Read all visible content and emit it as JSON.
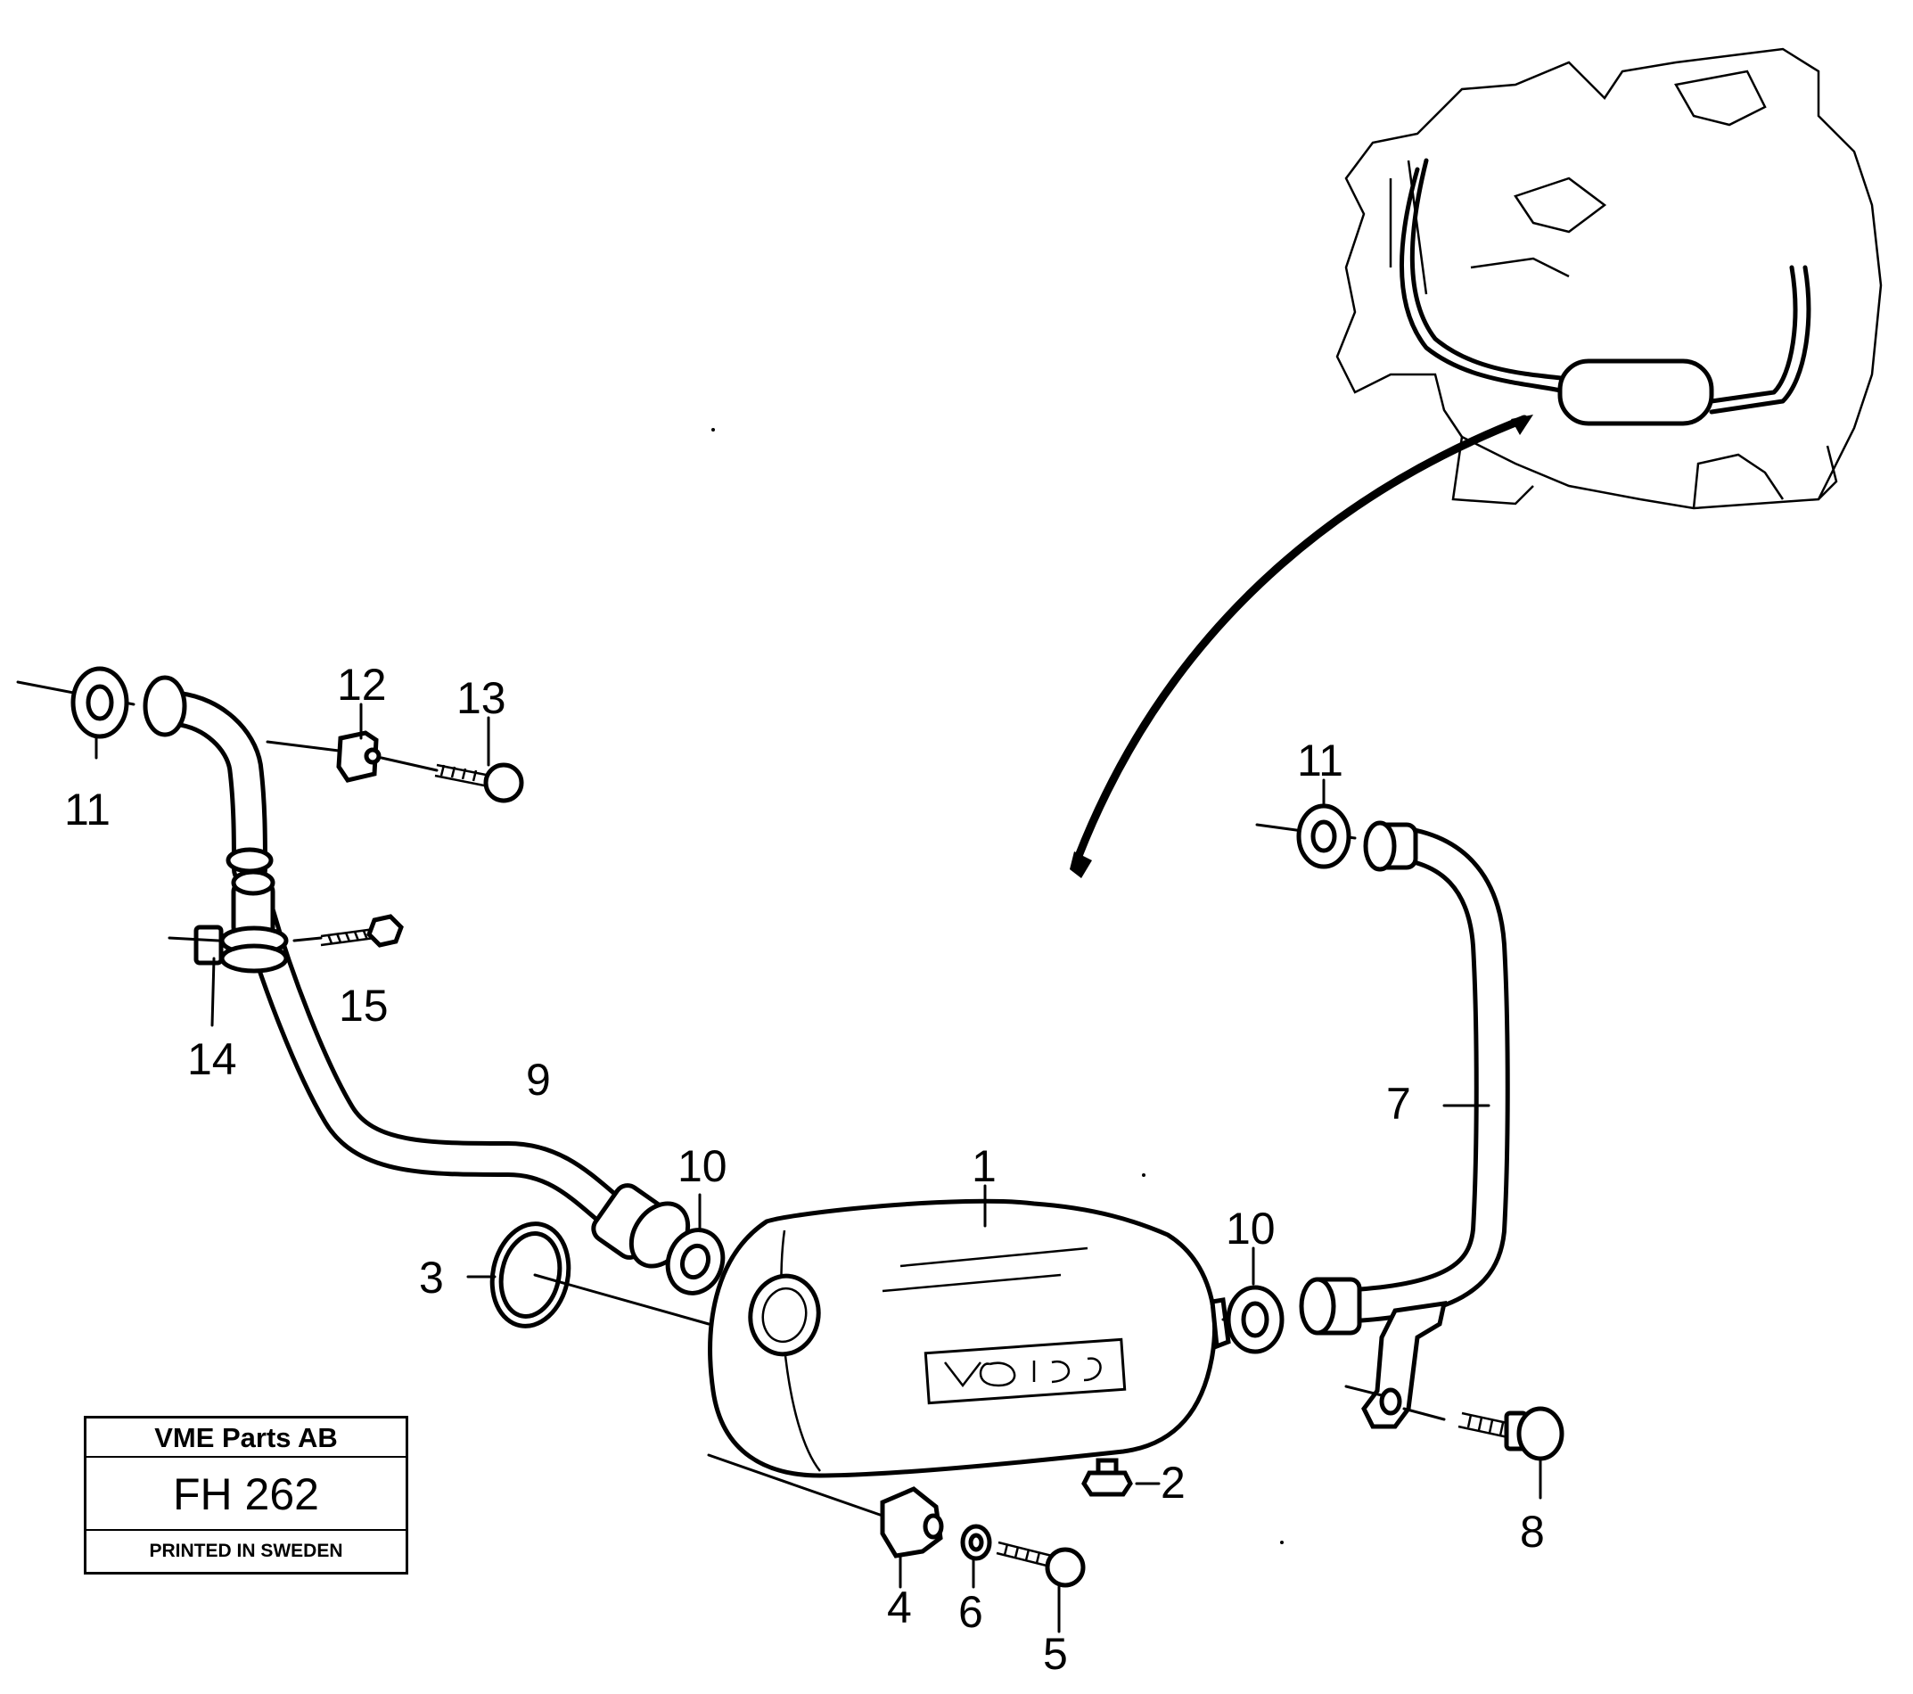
{
  "callouts": {
    "c1": "1",
    "c2": "2",
    "c3": "3",
    "c4": "4",
    "c5": "5",
    "c6": "6",
    "c7": "7",
    "c8": "8",
    "c9": "9",
    "c10a": "10",
    "c10b": "10",
    "c11a": "11",
    "c11b": "11",
    "c12": "12",
    "c13": "13",
    "c14": "14",
    "c15": "15"
  },
  "stamp": {
    "company": "VME Parts AB",
    "code": "FH 262",
    "printed": "PRINTED IN SWEDEN"
  }
}
